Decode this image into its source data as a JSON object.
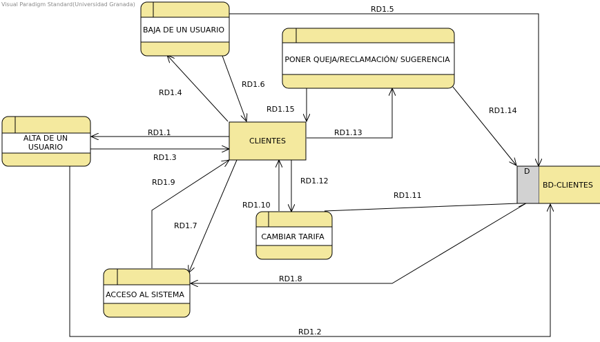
{
  "watermark": "Visual Paradigm Standard(Universidad Granada)",
  "colors": {
    "process_fill": "#f4e99e",
    "process_body": "#ffffff",
    "store_id_fill": "#d2d2d2",
    "line": "#000000"
  },
  "external_entity": {
    "label": "CLIENTES"
  },
  "processes": {
    "baja": {
      "label": "BAJA DE UN USUARIO"
    },
    "queja": {
      "label": "PONER QUEJA/RECLAMACIÓN/ SUGERENCIA"
    },
    "alta": {
      "line1": "ALTA DE UN",
      "line2": "USUARIO"
    },
    "tarifa": {
      "label": "CAMBIAR TARIFA"
    },
    "acceso": {
      "label": "ACCESO AL SISTEMA"
    }
  },
  "data_store": {
    "id": "D",
    "label": "BD-CLIENTES"
  },
  "flows": {
    "rd1_1": "RD1.1",
    "rd1_2": "RD1.2",
    "rd1_3": "RD1.3",
    "rd1_4": "RD1.4",
    "rd1_5": "RD1.5",
    "rd1_6": "RD1.6",
    "rd1_7": "RD1.7",
    "rd1_8": "RD1.8",
    "rd1_9": "RD1.9",
    "rd1_10": "RD1.10",
    "rd1_11": "RD1.11",
    "rd1_12": "RD1.12",
    "rd1_13": "RD1.13",
    "rd1_14": "RD1.14",
    "rd1_15": "RD1.15"
  }
}
